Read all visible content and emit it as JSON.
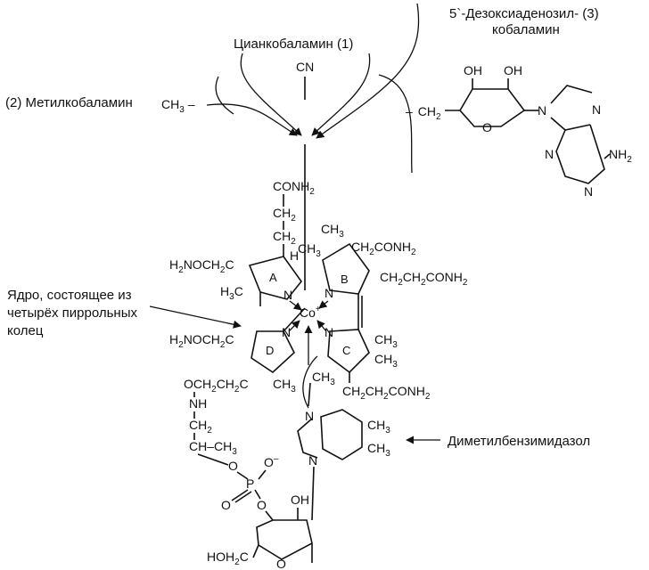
{
  "labels": {
    "cyanocobalamin": "Цианкобаламин (1)",
    "methylcobalamin": "(2)  Метилкобаламин",
    "adenosyl_line1": "5`-Дезоксиаденозил-  (3)",
    "adenosyl_line2": "кобаламин",
    "core": [
      "Ядро, состоящее из",
      "четырёх пиррольных",
      "колец"
    ],
    "dimethylbenzimidazole": "Диметилбензимидазол"
  },
  "groups": {
    "cn": "CN",
    "ch3_methyl": "CH",
    "ch2_adenosyl": "CH",
    "conh2_top": "CONH",
    "ch2_a": "CH",
    "ch2_b": "CH",
    "h2nocch2_a": "H",
    "h2nocch2_a_rest": "NOCH",
    "h2nocch2_a_tail": "C",
    "h2nocch2_d": "H",
    "h2nocch2_d_rest": "NOCH",
    "h2nocch2_d_tail": "C",
    "ch3_1": "CH",
    "ch2conh2_b": "CH",
    "ch2conh2_b_rest": "CONH",
    "ch2ch2conh2_b": "CH",
    "ch2ch2conh2_b_mid": "CH",
    "ch2ch2conh2_b_rest": "CONH",
    "ch2ch2conh2_c": "CH",
    "ch2ch2conh2_c_mid": "CH",
    "ch2ch2conh2_c_rest": "CONH",
    "h3c": "H",
    "h3c_c": "C",
    "h": "H",
    "ch3_ring": "CH",
    "ch3_c": "CH",
    "ch3_d": "CH",
    "co": "Co",
    "plus": "+",
    "ring_a": "A",
    "ring_b": "B",
    "ring_c": "C",
    "ring_d": "D",
    "n": "N",
    "occh2ch2c": "OCH",
    "occh2ch2c_rest": "CH",
    "occh2ch2c_tail": "C",
    "nh": "NH",
    "ch2_chain": "CH",
    "ch_ch3": "CH",
    "ch_ch3_rest": "–CH",
    "o": "O",
    "p": "P",
    "o_minus": "O",
    "minus": "–",
    "oh": "OH",
    "hoh2c": "HOH",
    "hoh2c_tail": "C",
    "nh2": "NH",
    "ch3_bzi": "CH",
    "sub2": "2",
    "sub3": "3",
    "dash": "–"
  }
}
